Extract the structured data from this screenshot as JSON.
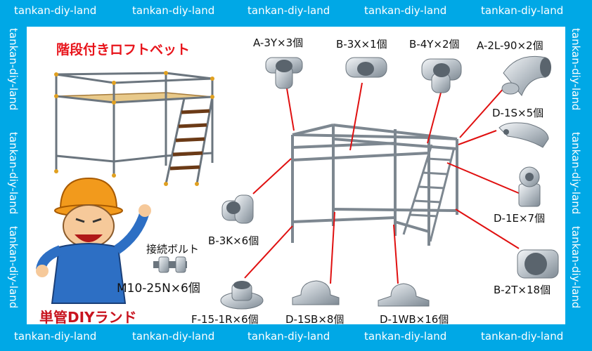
{
  "watermark": "tankan-diy-land",
  "title": "階段付きロフトベット",
  "brand": "単管DIYランド",
  "bolt_label": "接続ボルト",
  "parts": {
    "a3y": "A-3Y×3個",
    "b3x": "B-3X×1個",
    "b4y": "B-4Y×2個",
    "a2l": "A-2L-90×2個",
    "d1s": "D-1S×5個",
    "d1e": "D-1E×7個",
    "b2t": "B-2T×18個",
    "b3k": "B-3K×6個",
    "bolt": "M10-25N×6個",
    "f15": "F-15-1R×6個",
    "d1sb": "D-1SB×8個",
    "d1wb": "D-1WB×16個"
  },
  "colors": {
    "frame": "#00a8e6",
    "title": "#e8141b",
    "brand": "#c8141f",
    "leader": "#e01010",
    "pipe": "#7d8790",
    "wood": "#e8c98a"
  }
}
